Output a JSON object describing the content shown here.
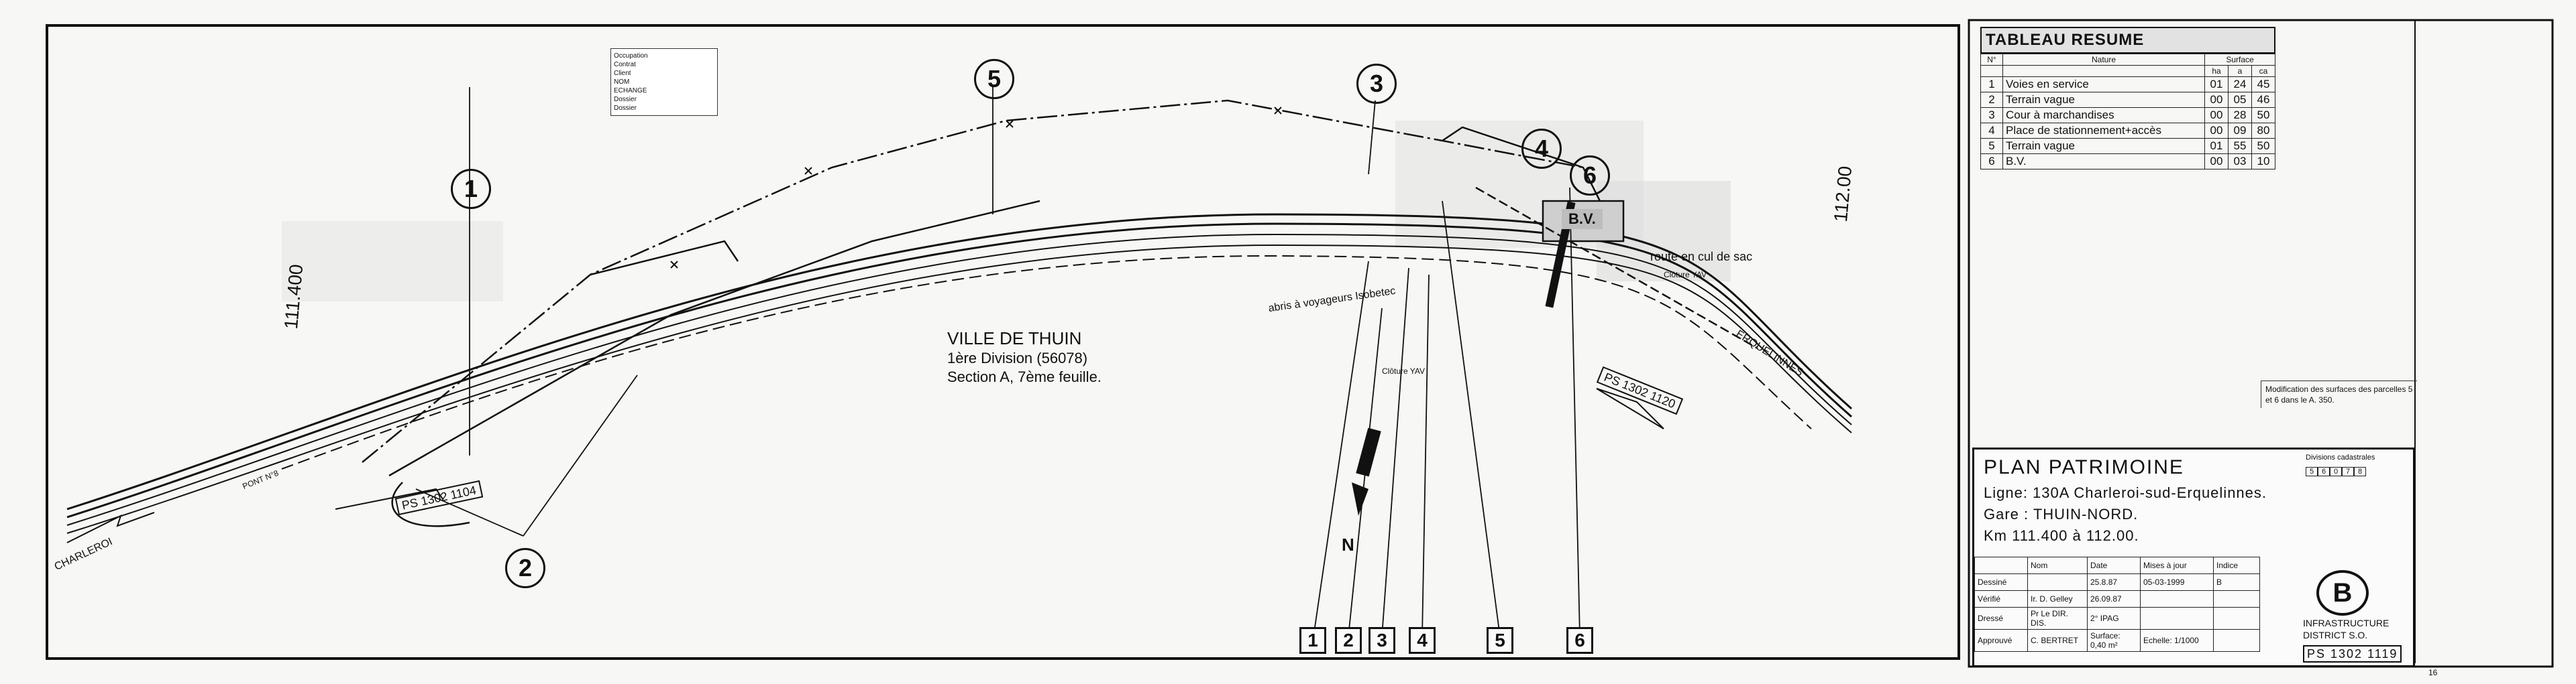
{
  "circle_labels": [
    "1",
    "2",
    "3",
    "4",
    "5",
    "6"
  ],
  "box_labels": [
    "1",
    "2",
    "3",
    "4",
    "5",
    "6"
  ],
  "town": {
    "line1": "VILLE DE THUIN",
    "line2": "1ère Division (56078)",
    "line3": "Section A, 7ème feuille."
  },
  "annotations": {
    "abris": "abris à voyageurs Isobetec",
    "route_cul_de_sac": "route en cul de sac",
    "cloture_yav": "Clôture YAV",
    "cloture_yav_2": "Clôture YAV",
    "bv": "B.V.",
    "km_111400": "111.400",
    "km_112000": "112.00",
    "charleroi": "CHARLEROI",
    "erquelinnes": "ERQUELINNES",
    "pont": "PONT N°8",
    "north": "N",
    "ps_1302_1104": "PS 1302 1104",
    "ps_1302_1120": "PS 1302 1120"
  },
  "owner_card": {
    "lines": [
      "Occupation",
      "Contrat",
      "Client",
      "NOM",
      "ECHANGE",
      "Dossier",
      "Dossier"
    ]
  },
  "summary": {
    "title": "TABLEAU RESUME",
    "header_no": "N°",
    "header_nature": "Nature",
    "header_surface": "Surface",
    "header_ha": "ha",
    "header_a": "a",
    "header_ca": "ca",
    "rows": [
      {
        "no": "1",
        "nature": "Voies en service",
        "ha": "01",
        "a": "24",
        "ca": "45"
      },
      {
        "no": "2",
        "nature": "Terrain vague",
        "ha": "00",
        "a": "05",
        "ca": "46"
      },
      {
        "no": "3",
        "nature": "Cour à marchandises",
        "ha": "00",
        "a": "28",
        "ca": "50"
      },
      {
        "no": "4",
        "nature": "Place de stationnement+accès",
        "ha": "00",
        "a": "09",
        "ca": "80"
      },
      {
        "no": "5",
        "nature": "Terrain vague",
        "ha": "01",
        "a": "55",
        "ca": "50"
      },
      {
        "no": "6",
        "nature": "B.V.",
        "ha": "00",
        "a": "03",
        "ca": "10"
      }
    ]
  },
  "modification_note": "Modification des surfaces des parcelles 5 et 6 dans le A. 350.",
  "cartouche": {
    "title": "PLAN PATRIMOINE",
    "ligne": "Ligne: 130A Charleroi-sud-Erquelinnes.",
    "gare": "Gare : THUIN-NORD.",
    "km": "Km 111.400 à 112.00.",
    "divisions": "Divisions cadastrales",
    "division_codes": [
      "5",
      "6",
      "0",
      "7",
      "8"
    ],
    "col_nom": "Nom",
    "col_date": "Date",
    "col_mises": "Mises à jour",
    "col_indice": "Indice",
    "row_dessine": "Dessiné",
    "row_verifie": "Vérifié",
    "row_dresse": "Dressé",
    "row_approuve": "Approuvé",
    "date1": "25.8.87",
    "date2": "05-03-1999",
    "indice": "B",
    "verif_name": "Ir. D. Gelley",
    "verif_date": "26.09.87",
    "dresse_name": "Pr Le DIR. DIS.",
    "dresse_sub": "2° IPAG",
    "approuve_name": "C. BERTRET",
    "surface": "Surface: 0,40 m²",
    "echelle": "Echelle: 1/1000",
    "logo_letter": "B",
    "infra": "INFRASTRUCTURE",
    "district": "DISTRICT S.O.",
    "plan_number": "PS 1302 1119"
  },
  "corner_mark": "16"
}
